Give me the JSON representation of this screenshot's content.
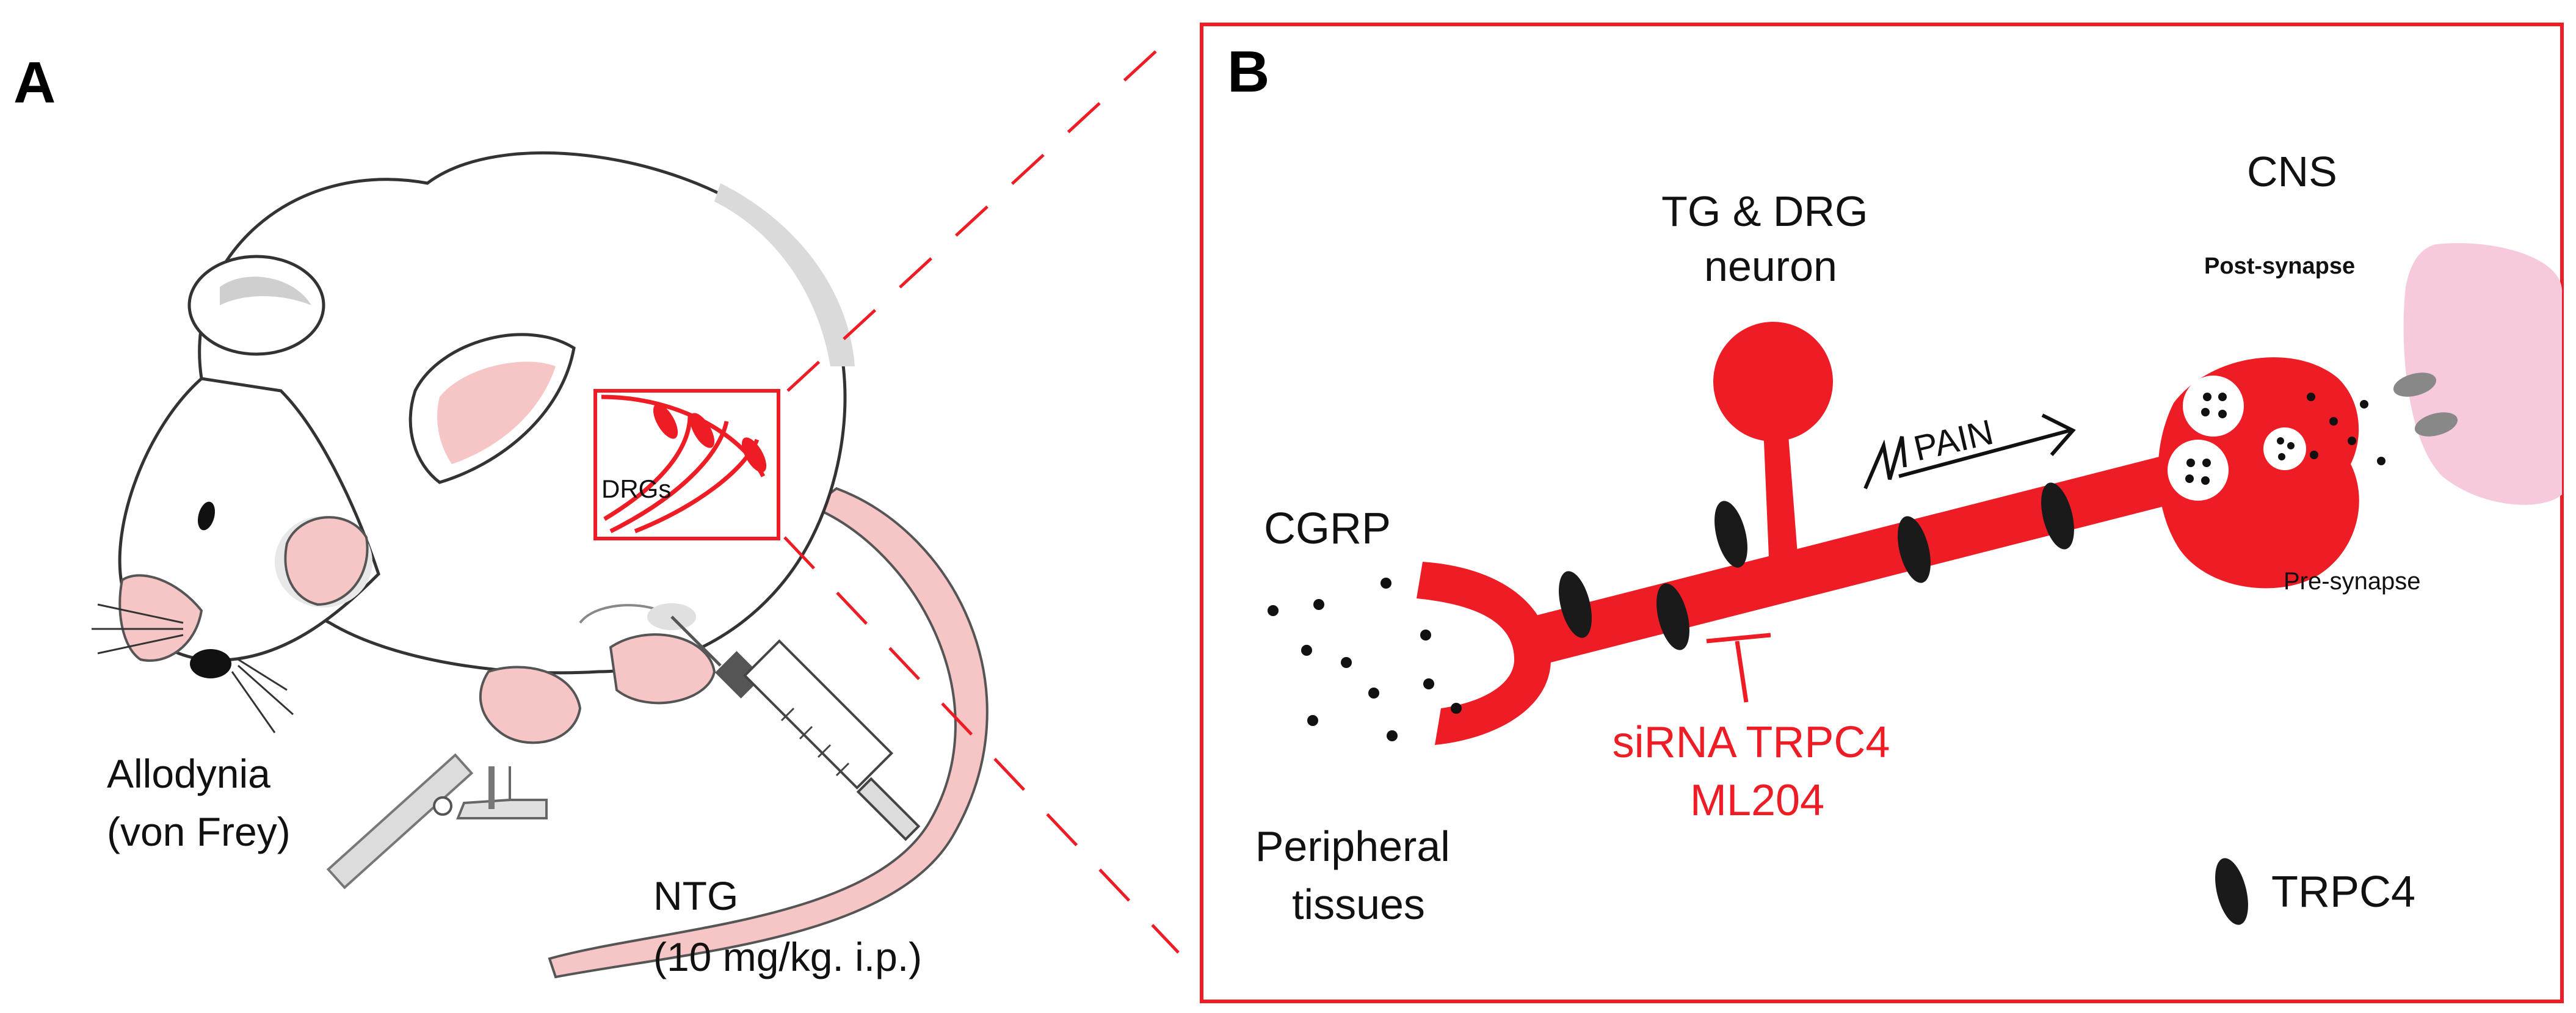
{
  "panel_a": {
    "letter": "A",
    "drg_label": "DRGs",
    "allodynia": [
      "Allodynia",
      "(von Frey)"
    ],
    "ntg": [
      "NTG",
      "(10 mg/kg. i.p.)"
    ]
  },
  "panel_b": {
    "letter": "B",
    "neuron_label": [
      "TG & DRG",
      "neuron"
    ],
    "cns": "CNS",
    "post_synapse": "Post-synapse",
    "pre_synapse": "Pre-synapse",
    "pain": "PAIN",
    "cgrp": "CGRP",
    "peripheral": [
      "Peripheral",
      "tissues"
    ],
    "inhibitors": [
      "siRNA TRPC4",
      "ML204"
    ],
    "legend_trpc4": "TRPC4"
  },
  "colors": {
    "accent_red": "#ee1c25",
    "pink": "#f5c0c0",
    "postsynapse_pink": "#f7c9dd",
    "channel": "#1a1a1a"
  }
}
